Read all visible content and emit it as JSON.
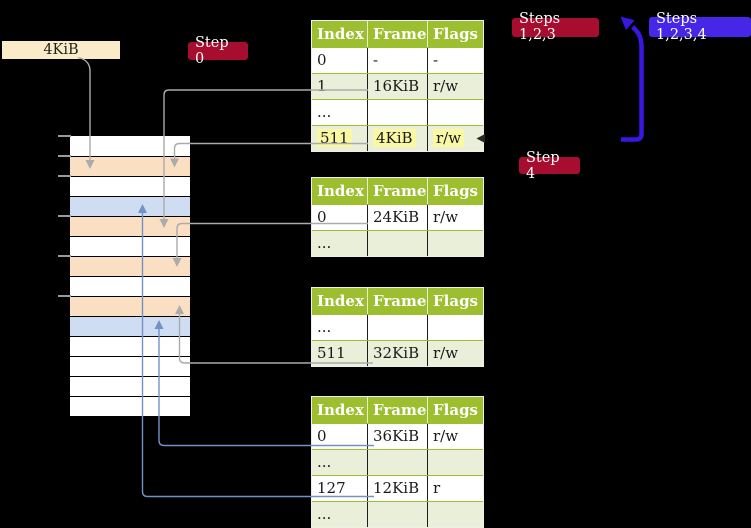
{
  "labels": {
    "frame_size": "4KiB",
    "step0": "Step 0",
    "steps123": "Steps 1,2,3",
    "steps1234": "Steps 1,2,3,4",
    "step4": "Step 4"
  },
  "memory": {
    "rows": [
      "white",
      "peach",
      "white",
      "blue",
      "peach",
      "white",
      "peach",
      "white",
      "peach",
      "blue",
      "white",
      "white",
      "white",
      "white"
    ],
    "tick_marks": 6
  },
  "tables": [
    {
      "headers": [
        "Index",
        "Frame",
        "Flags"
      ],
      "rows": [
        {
          "cells": [
            "0",
            "-",
            "-"
          ],
          "shaded": false,
          "highlight": false
        },
        {
          "cells": [
            "1",
            "16KiB",
            "r/w"
          ],
          "shaded": true,
          "highlight": false
        },
        {
          "cells": [
            "...",
            "",
            ""
          ],
          "shaded": false,
          "highlight": false
        },
        {
          "cells": [
            "511",
            "4KiB",
            "r/w"
          ],
          "shaded": true,
          "highlight": true
        }
      ]
    },
    {
      "headers": [
        "Index",
        "Frame",
        "Flags"
      ],
      "rows": [
        {
          "cells": [
            "0",
            "24KiB",
            "r/w"
          ],
          "shaded": false,
          "highlight": false
        },
        {
          "cells": [
            "...",
            "",
            ""
          ],
          "shaded": true,
          "highlight": false
        }
      ]
    },
    {
      "headers": [
        "Index",
        "Frame",
        "Flags"
      ],
      "rows": [
        {
          "cells": [
            "...",
            "",
            ""
          ],
          "shaded": false,
          "highlight": false
        },
        {
          "cells": [
            "511",
            "32KiB",
            "r/w"
          ],
          "shaded": true,
          "highlight": false
        }
      ]
    },
    {
      "headers": [
        "Index",
        "Frame",
        "Flags"
      ],
      "rows": [
        {
          "cells": [
            "0",
            "36KiB",
            "r/w"
          ],
          "shaded": false,
          "highlight": false
        },
        {
          "cells": [
            "...",
            "",
            ""
          ],
          "shaded": true,
          "highlight": false
        },
        {
          "cells": [
            "127",
            "12KiB",
            "r"
          ],
          "shaded": false,
          "highlight": false
        },
        {
          "cells": [
            "...",
            "",
            ""
          ],
          "shaded": true,
          "highlight": false
        }
      ]
    }
  ],
  "connectors": [
    {
      "from": "4KiB-label",
      "to": "memory-frame-2",
      "color": "gray"
    },
    {
      "from": "table-1-index-1",
      "to": "memory-frame-5",
      "color": "gray"
    },
    {
      "from": "table-1-index-511",
      "to": "memory-frame-2",
      "color": "gray"
    },
    {
      "from": "table-2-index-0",
      "to": "memory-frame-7",
      "color": "gray"
    },
    {
      "from": "table-3-index-511",
      "to": "memory-frame-9",
      "color": "gray"
    },
    {
      "from": "table-4-index-0",
      "to": "memory-frame-10",
      "color": "blue"
    },
    {
      "from": "table-4-index-127",
      "to": "memory-frame-4",
      "color": "blue"
    },
    {
      "from": "table-1-row-511-right",
      "to": "top",
      "color": "indigo-thick"
    }
  ],
  "colors": {
    "table_header_green": "#9CBE2F",
    "table_row_green": "#E9EFD9",
    "grid_green": "#9CBE2F",
    "memory_peach": "#FBDFC3",
    "memory_blue": "#CEDDF2",
    "label_cream": "#FAECC9",
    "badge_red": "#A60D2E",
    "badge_blue": "#4726E8",
    "highlight_yellow": "#FAF8A2",
    "connector_gray": "#ABABAB",
    "connector_blue": "#7292C5",
    "arrow_indigo": "#3B16E3"
  }
}
